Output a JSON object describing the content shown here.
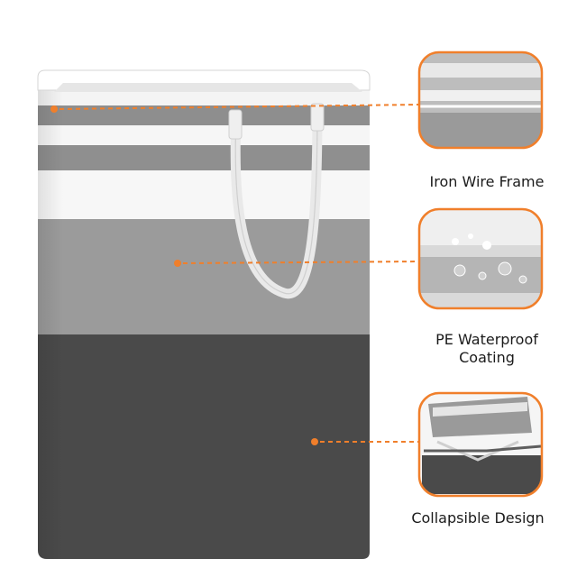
{
  "product": {
    "stripe_colors": {
      "white": "#f4f4f4",
      "light_gray": "#8e8e8e",
      "mid_gray": "#9b9b9b",
      "dark_gray": "#4a4a4a",
      "accent_orange": "#f07f2b"
    }
  },
  "features": [
    {
      "label": "Iron Wire Frame"
    },
    {
      "label_line1": "PE Waterproof",
      "label_line2": "Coating"
    },
    {
      "label": "Collapsible Design"
    }
  ]
}
